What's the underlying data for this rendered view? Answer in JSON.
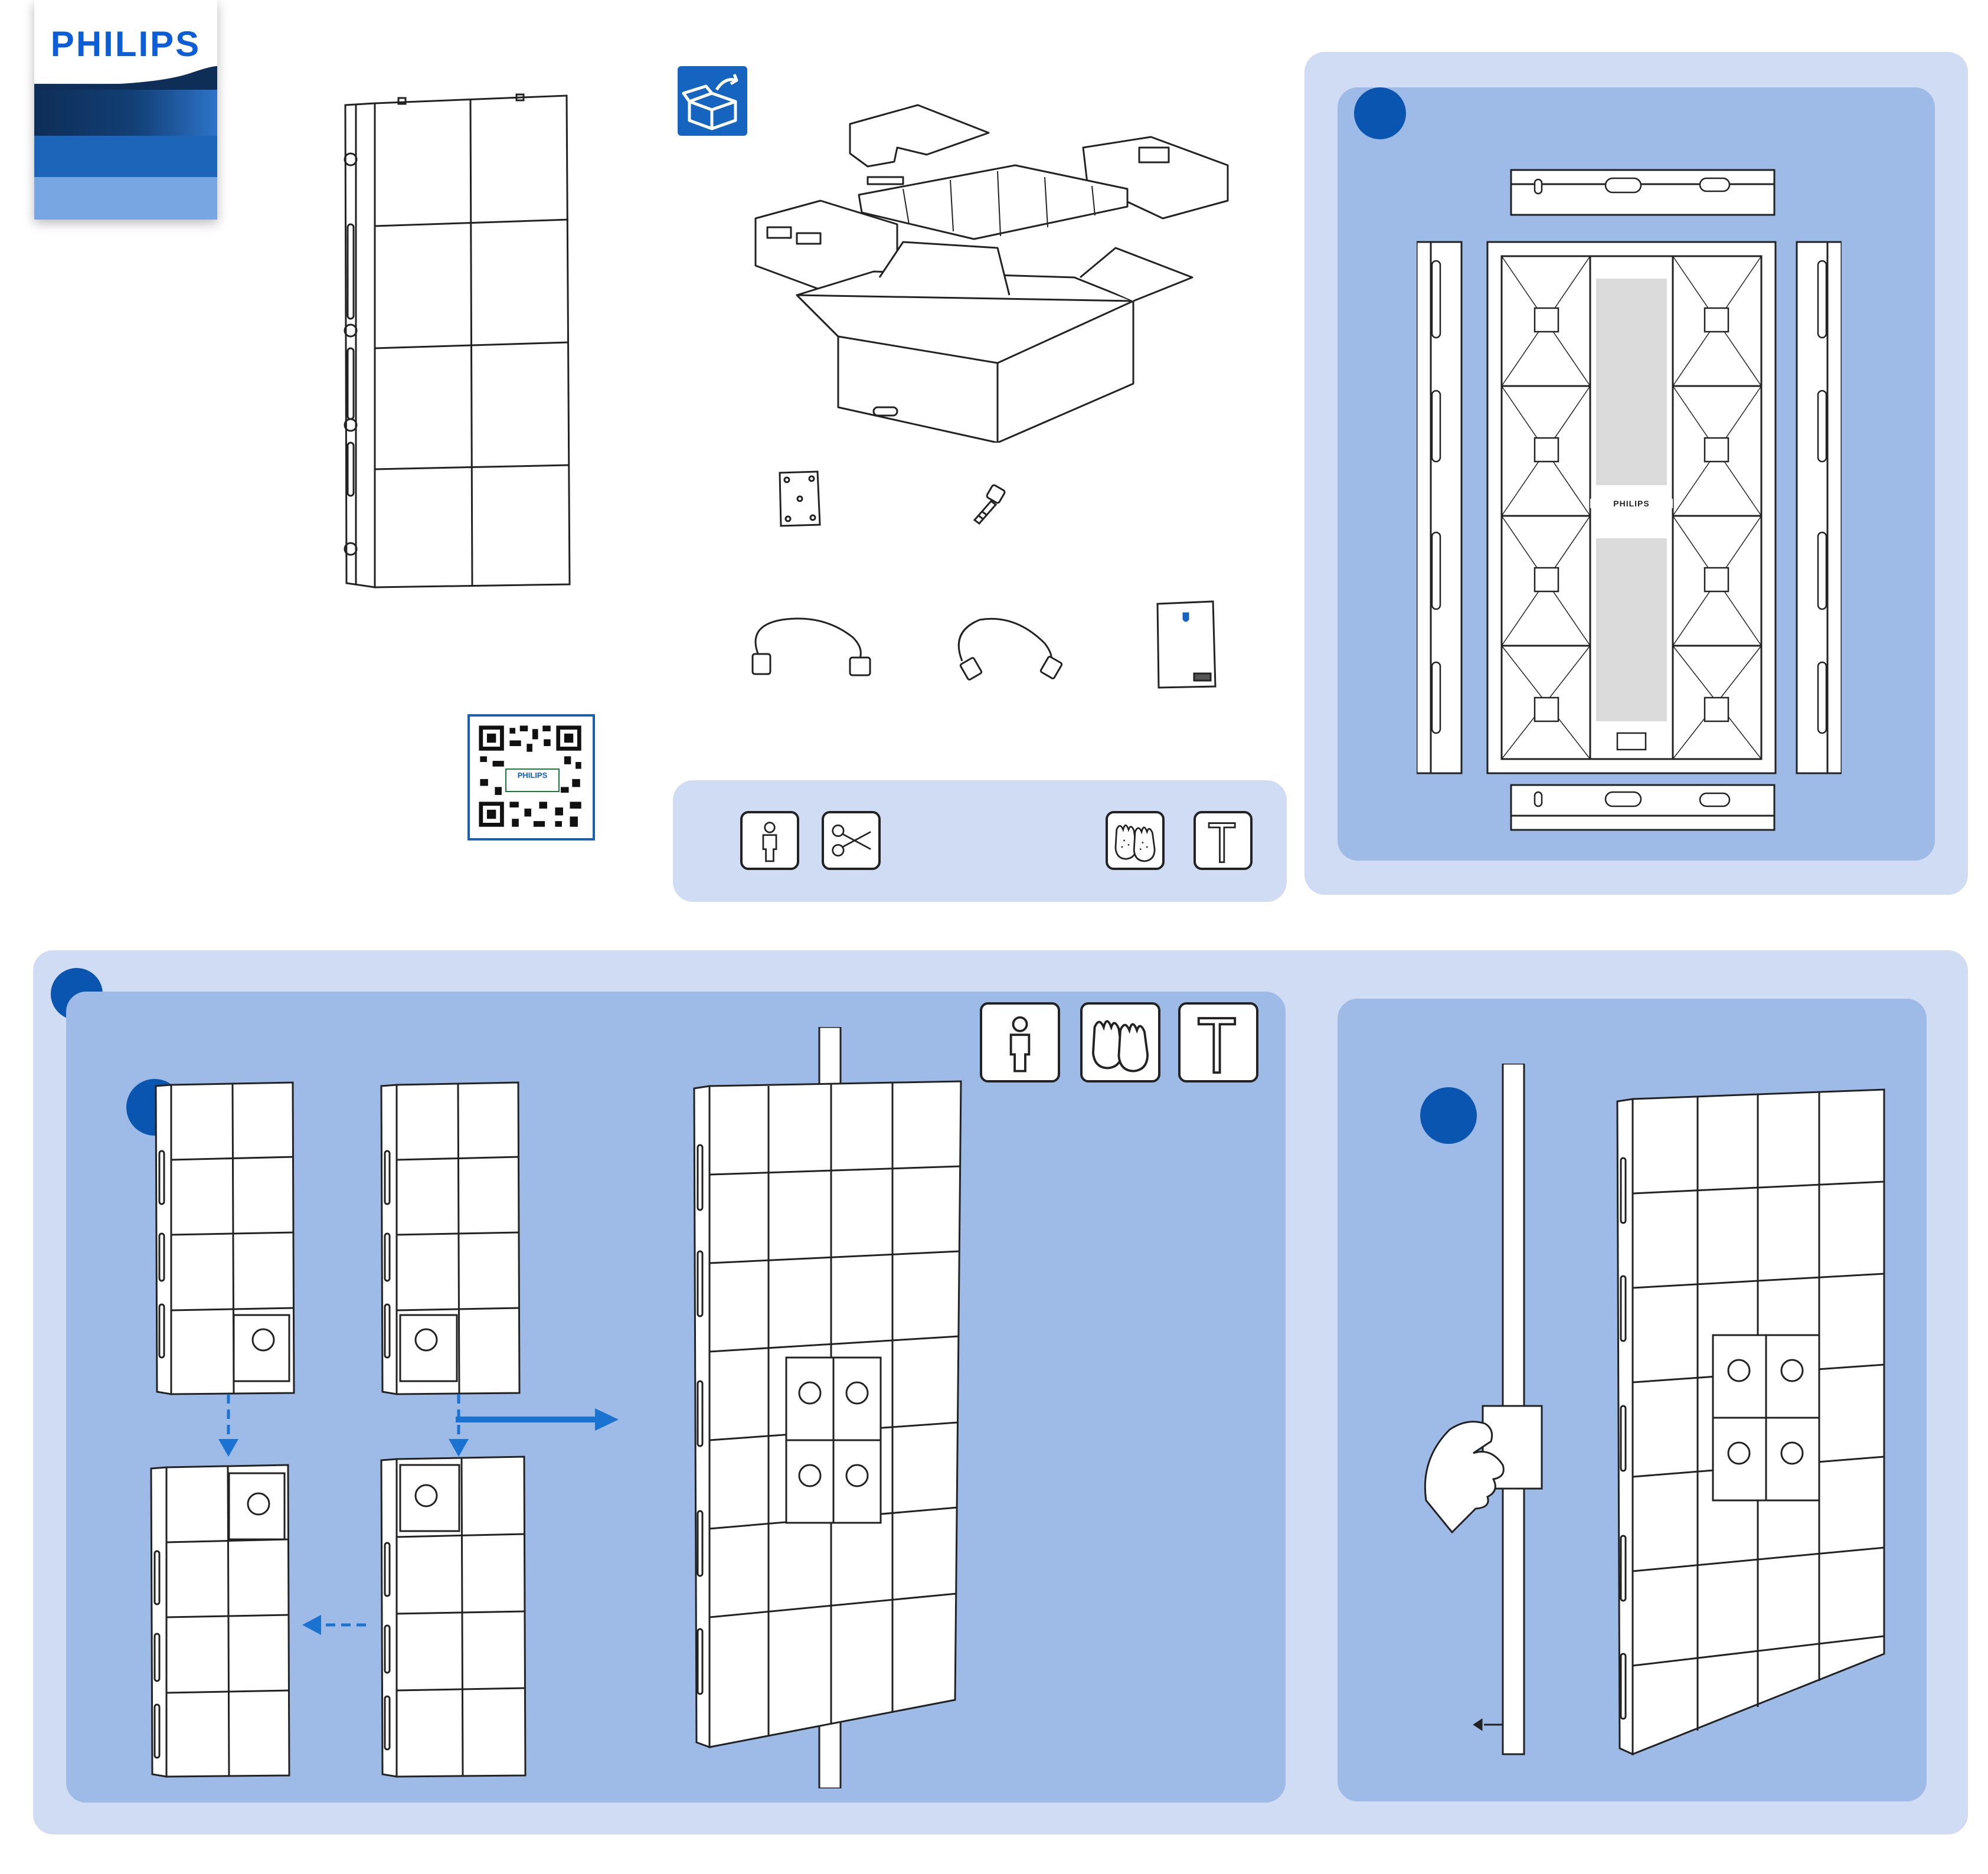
{
  "brand": {
    "logo_text": "PHILIPS",
    "colors": {
      "brand_blue": "#0b5ed7",
      "panel_light": "#cfdcf3",
      "panel_mid": "#9dbbe6",
      "step_dot": "#0a55b0",
      "arrow": "#1b73d1"
    }
  },
  "qr": {
    "label": "PHILIPS"
  },
  "unboxing": {
    "icon": "box-unpack-icon"
  },
  "rear_view": {
    "brand_text": "PHILIPS"
  },
  "tools_top": [
    "one-person-icon",
    "scissors-icon",
    "gloves-icon",
    "hex-key-icon"
  ],
  "tools_assembly": [
    "one-person-icon",
    "gloves-icon",
    "hex-key-icon"
  ],
  "steps": [
    "step-1",
    "step-2",
    "step-2a",
    "step-2b"
  ]
}
